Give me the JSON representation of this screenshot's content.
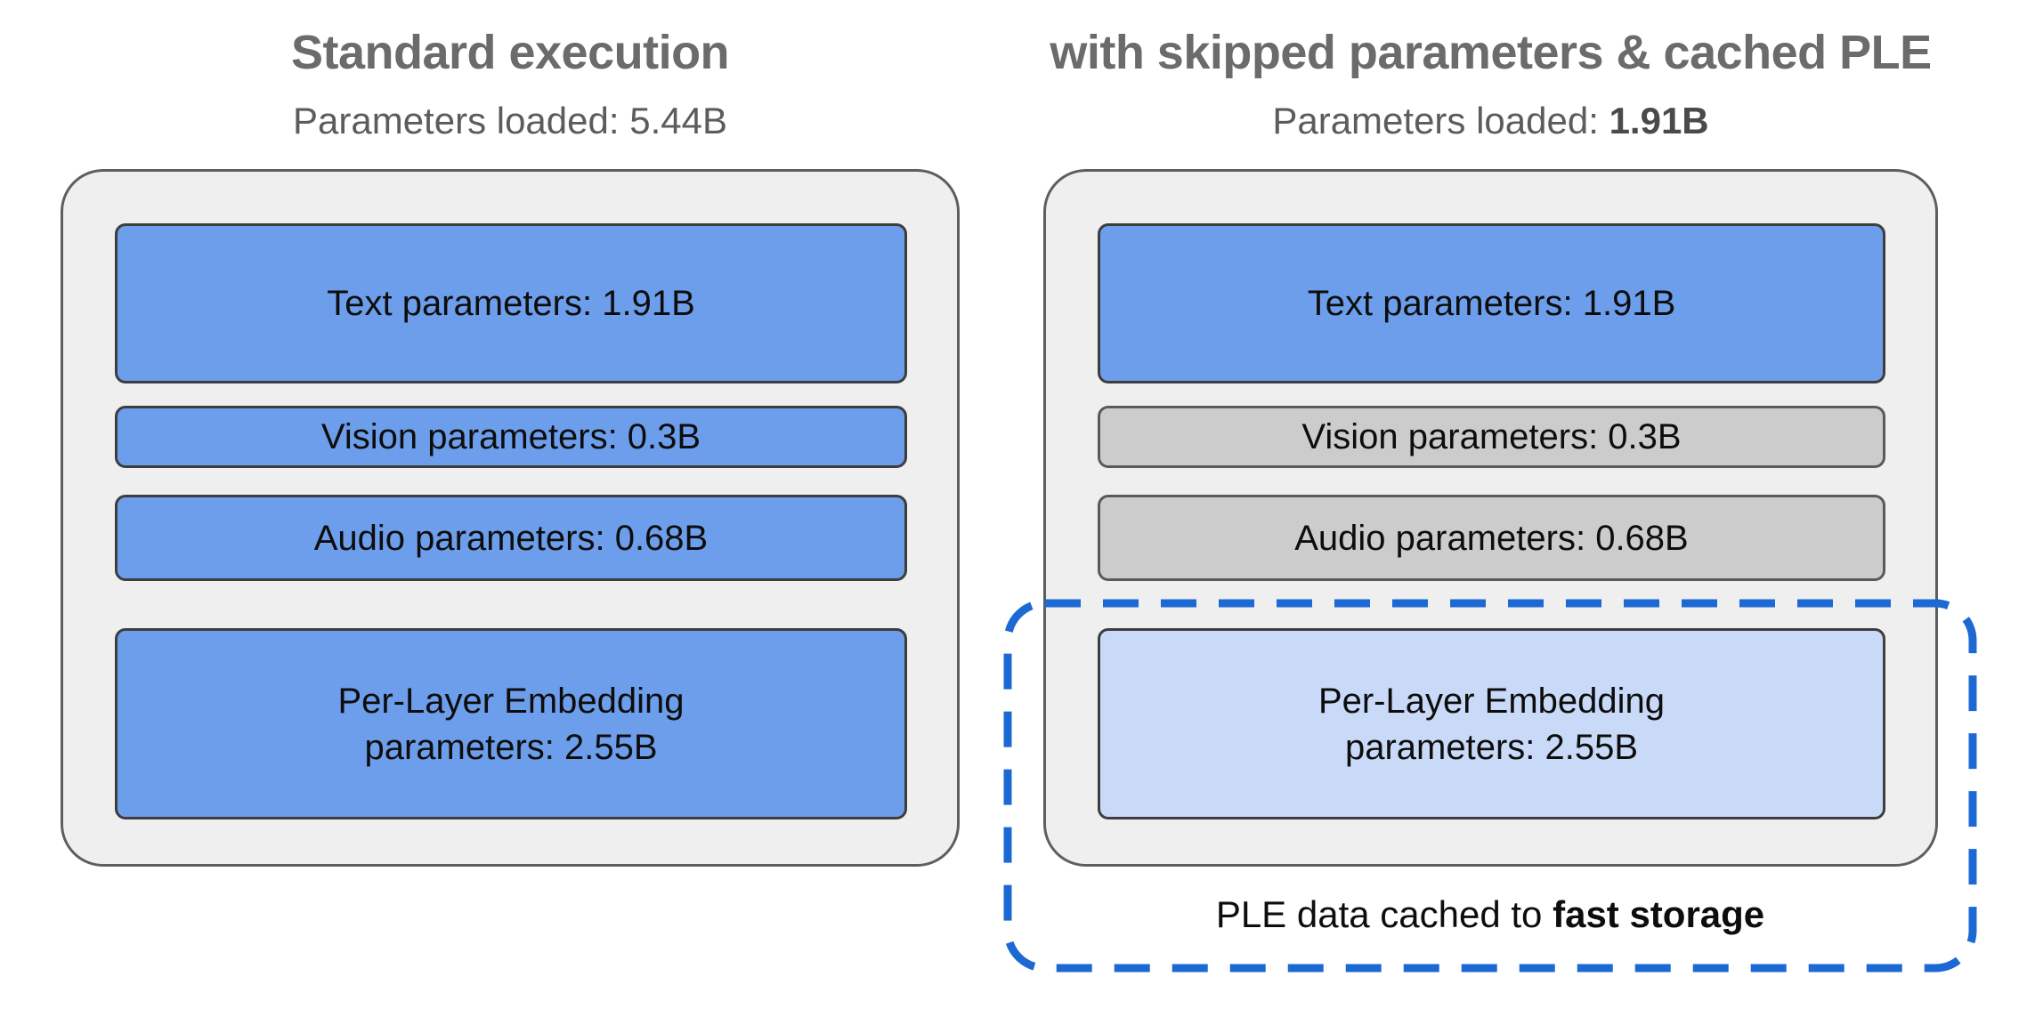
{
  "colors": {
    "box_blue": "#6d9eeb",
    "box_light_blue": "#c9daf8",
    "box_skipped_gray": "#cccccc",
    "container_gray": "#efefef",
    "container_border": "#5e5e5e",
    "dashed_blue": "#1c69d4",
    "title_gray": "#6b6b6b"
  },
  "left_panel": {
    "title": "Standard execution",
    "subtitle_label": "Parameters loaded: ",
    "subtitle_value": "5.44B",
    "boxes": [
      {
        "label": "Text parameters: 1.91B",
        "state": "loaded"
      },
      {
        "label": "Vision parameters: 0.3B",
        "state": "loaded"
      },
      {
        "label": "Audio parameters: 0.68B",
        "state": "loaded"
      },
      {
        "label": "Per-Layer Embedding\nparameters: 2.55B",
        "state": "loaded"
      }
    ]
  },
  "right_panel": {
    "title": "with skipped parameters & cached PLE",
    "subtitle_label": "Parameters loaded: ",
    "subtitle_value": "1.91B",
    "boxes": [
      {
        "label": "Text parameters: 1.91B",
        "state": "loaded"
      },
      {
        "label": "Vision parameters: 0.3B",
        "state": "skipped"
      },
      {
        "label": "Audio parameters: 0.68B",
        "state": "skipped"
      },
      {
        "label": "Per-Layer Embedding\nparameters: 2.55B",
        "state": "cached"
      }
    ],
    "cache_callout": {
      "caption_label": "PLE data cached to ",
      "caption_value": "fast storage"
    }
  }
}
